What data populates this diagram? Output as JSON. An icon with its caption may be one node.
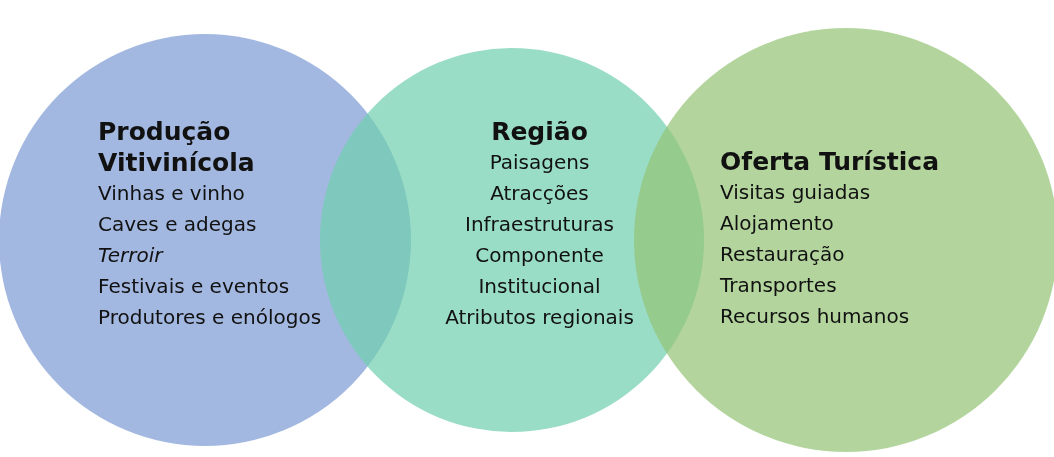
{
  "diagram": {
    "nodes": [
      {
        "text": [
          "Produção Vitivinícola",
          "Vinhas e vinho",
          "Caves e adegas",
          "Terroir",
          "Festivais e eventos",
          "Produtores e enólogos"
        ]
      },
      {
        "text": [
          "Região",
          "Paisagens",
          "Atracções",
          "Infraestruturas",
          "Componente Institucional",
          "Atributos regionais"
        ]
      },
      {
        "text": [
          "Oferta Turística",
          "Visitas guiadas",
          "Alojamento",
          "Restauração",
          "Transportes",
          "Recursos humanos"
        ]
      }
    ]
  }
}
